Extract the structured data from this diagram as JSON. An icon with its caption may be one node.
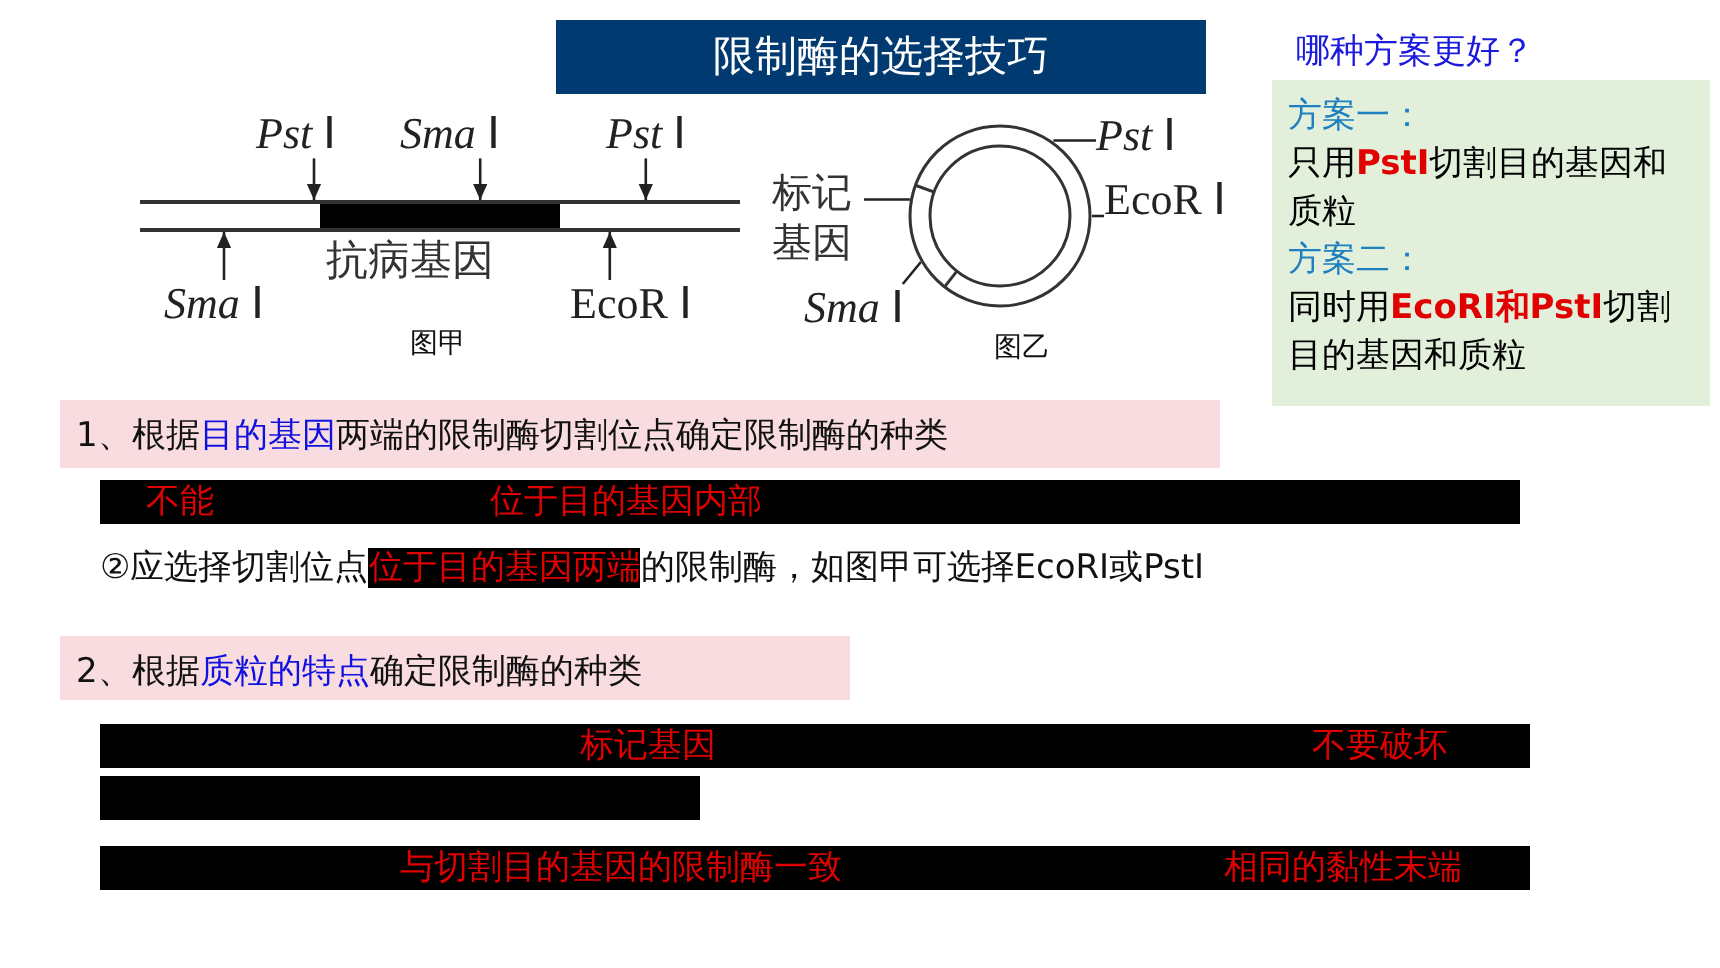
{
  "diagram": {
    "title": "限制酶的选择技巧",
    "nodes": [
      {
        "text": [
          "*Pst* Ⅰ"
        ]
      },
      {
        "text": [
          "*Sma* Ⅰ"
        ]
      },
      {
        "text": [
          "*Pst* Ⅰ"
        ]
      },
      {
        "text": [
          "*Sma* Ⅰ"
        ]
      },
      {
        "text": [
          "EcoR Ⅰ"
        ]
      },
      {
        "text": [],
        "shape": "bar"
      },
      {
        "text": [],
        "shape": "circle"
      },
      {
        "text": [
          "*Pst* Ⅰ"
        ]
      },
      {
        "text": [
          "EcoR Ⅰ"
        ]
      },
      {
        "text": [
          "标记基因"
        ]
      },
      {
        "text": [
          "*Sma* Ⅰ"
        ]
      },
      {
        "text": [
          "方案一：",
          "只用**PstⅠ**切割目的基因和质粒",
          "方案二：",
          "同时用**EcoRⅠ和PstⅠ**切割目的基因和质粒"
        ]
      },
      {
        "text": [
          "1、根据**目的基因**两端的限制酶切割位点确定限制酶的种类"
        ]
      },
      {
        "text": [
          "2、根据**质粒的特点**确定限制酶的种类"
        ]
      }
    ],
    "edges": [
      {
        "from": 0,
        "to": 5,
        "arrow": "to"
      },
      {
        "from": 1,
        "to": 5,
        "arrow": "to"
      },
      {
        "from": 2,
        "to": 5,
        "arrow": "to"
      },
      {
        "from": 3,
        "to": 5,
        "arrow": "to"
      },
      {
        "from": 4,
        "to": 5,
        "arrow": "to"
      },
      {
        "from": 7,
        "to": 6,
        "arrow": "none"
      },
      {
        "from": 8,
        "to": 6,
        "arrow": "none"
      },
      {
        "from": 9,
        "to": 6,
        "arrow": "none"
      },
      {
        "from": 10,
        "to": 6,
        "arrow": "none"
      }
    ],
    "labels": [
      "哪种方案更好？",
      "抗病基因",
      "图甲",
      "图乙",
      "不能",
      "位于目的基因内部",
      "②应选择切割位点**位于目的基因两端**的限制酶，如图甲可选择EcoRⅠ或PstⅠ",
      "标记基因",
      "不要破坏",
      "与切割目的基因的限制酶一致",
      "相同的黏性末端"
    ]
  }
}
